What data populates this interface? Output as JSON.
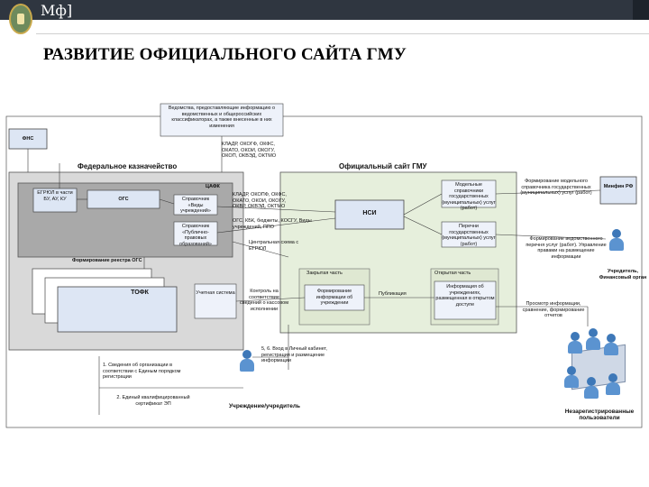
{
  "header": {
    "brand": "Мф]"
  },
  "page": {
    "title": "РАЗВИТИЕ ОФИЦИАЛЬНОГО САЙТА ГМУ"
  },
  "icons": {
    "emblem": "coat-of-arms-icon",
    "person": "user-icon",
    "group": "group-icon"
  },
  "colors": {
    "topbar": "#2f3640",
    "treasury_fill": "#dcdcdc",
    "treasury_inner": "#a8a8a8",
    "site_fill": "#e8f0de",
    "box_fill": "#dde6f4",
    "line": "#3a3a3a"
  },
  "diagram": {
    "fns": "ФНС",
    "sources_note": "Ведомства, предоставляющие информацию о ведомственных и общероссийских классификаторах, а также внесенные в них изменения",
    "classifiers_1": "КЛАДР, ОКОГФ, ОКФС, ОКАТО, ОКОИ, ОКОГУ, ОКОП, ОКВЭД, ОКТМО",
    "treasury": "Федеральное казначейство",
    "site": "Официальный сайт ГМУ",
    "tsafk": "ЦАФК",
    "egrul": "ЕГРЮЛ в части БУ, АУ, КУ",
    "ogs": "ОГС",
    "ref_types": "Справочник «Виды учреждений»",
    "ref_public": "Справочник «Публично-правовых образований»",
    "classifiers_2": "КЛАДР, ОКОПФ, ОКФС, ОКАТО, ОКОИ, ОКОГУ, ОКВР, ОКВЭД, ОКТМО",
    "ogs_kbk": "ОГС, КБК, бюджеты, КОСГУ, Виды учреждений, ППО",
    "central_copy": "Центральная схема с ЕГРЮЛ",
    "nsi": "НСИ",
    "model_refs": "Модельные справочники государственных (муниципальных) услуг (работ)",
    "lists": "Перечни государственных (муниципальных) услуг (работ)",
    "minfin_note": "Формирование модельного справочника государственных (муниципальных) услуг (работ)",
    "minfin": "Минфин РФ",
    "founder_note": "Формирование ведомственного перечня услуг (работ). Управление правами на размещение информации",
    "founder": "Учредитель, Финансовый орган",
    "closed_part": "Закрытая часть",
    "open_part": "Открытая часть",
    "forming_info": "Формирование информации об учреждении",
    "info_box": "Информация об учреждениях, размещенная в открытом доступе",
    "publication": "Публикация",
    "view_note": "Просмотр информации, сравнение, формирование отчетов",
    "register": "Формирование реестра ОГС",
    "tofk": "ТОФК",
    "accounting": "Учетная система",
    "control": "Контроль на соответствие сведений о кассовом исполнении",
    "entry": "5, 6. Вход в Личный кабинет, регистрация и размещение информации",
    "step1": "1. Сведения об организации в соответствии с Единым порядком регистрации",
    "step2": "2. Единый квалифицированный сертификат ЭП",
    "institution": "Учреждение/учредитель",
    "unregistered": "Незарегистрированные пользователи"
  }
}
